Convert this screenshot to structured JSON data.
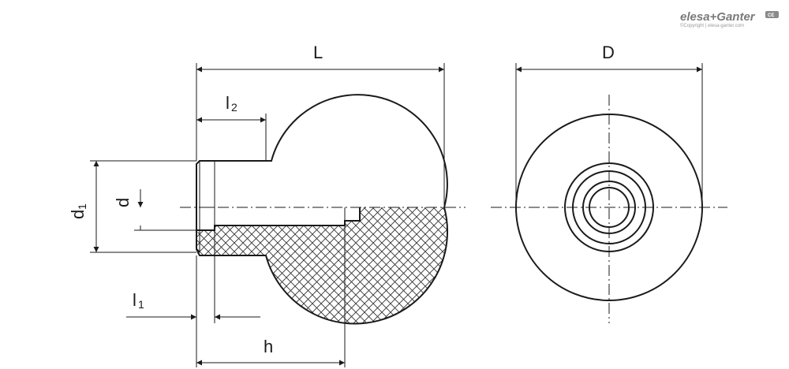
{
  "logo": {
    "brand": "elesa+Ganter",
    "copyright": "©Copyright | elesa-ganter.com",
    "badge": "CE"
  },
  "dimensions": {
    "L": "L",
    "D": "D",
    "l2_base": "l",
    "l2_sub": "2",
    "d1_base": "d",
    "d1_sub": "1",
    "d": "d",
    "l1_base": "l",
    "l1_sub": "1",
    "h": "h"
  }
}
